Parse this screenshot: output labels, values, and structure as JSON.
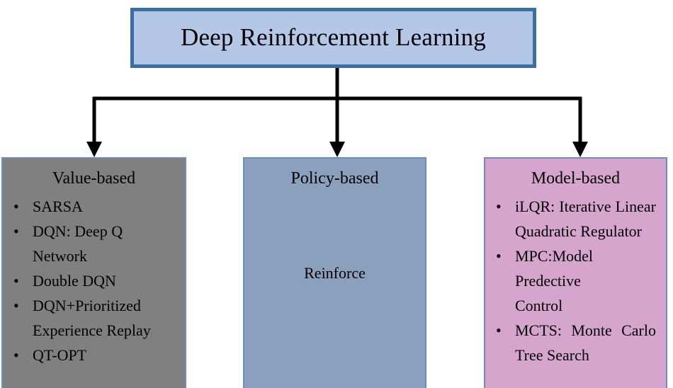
{
  "diagram": {
    "type": "tree",
    "root": {
      "label": "Deep Reinforcement Learning",
      "fill": "#b4c7e7",
      "border": "#3b6ea5"
    },
    "branches": [
      {
        "id": "value-based",
        "title": "Value-based",
        "fill": "#808080",
        "border": "#6a8fbd",
        "items": [
          {
            "line1": " SARSA",
            "line2": ""
          },
          {
            "line1": "DQN: Deep Q Network",
            "line2": ""
          },
          {
            "line1": "Double DQN",
            "line2": ""
          },
          {
            "line1": "DQN+Prioritized",
            "line2": "Experience Replay"
          },
          {
            "line1": "QT-OPT",
            "line2": ""
          }
        ]
      },
      {
        "id": "policy-based",
        "title": "Policy-based",
        "fill": "#8ba0bd",
        "border": "#6a8fbd",
        "note": "Reinforce",
        "items": []
      },
      {
        "id": "model-based",
        "title": "Model-based",
        "fill": "#d6a5cd",
        "border": "#6a8fbd",
        "items": [
          {
            "line1": "iLQR: Iterative Linear",
            "line2": "Quadratic Regulator"
          },
          {
            "line1": "MPC:Model Predective",
            "line2": "Control"
          },
          {
            "line1": "MCTS: Monte Carlo",
            "line2": "Tree Search"
          }
        ]
      }
    ],
    "connector_color": "#000000"
  }
}
